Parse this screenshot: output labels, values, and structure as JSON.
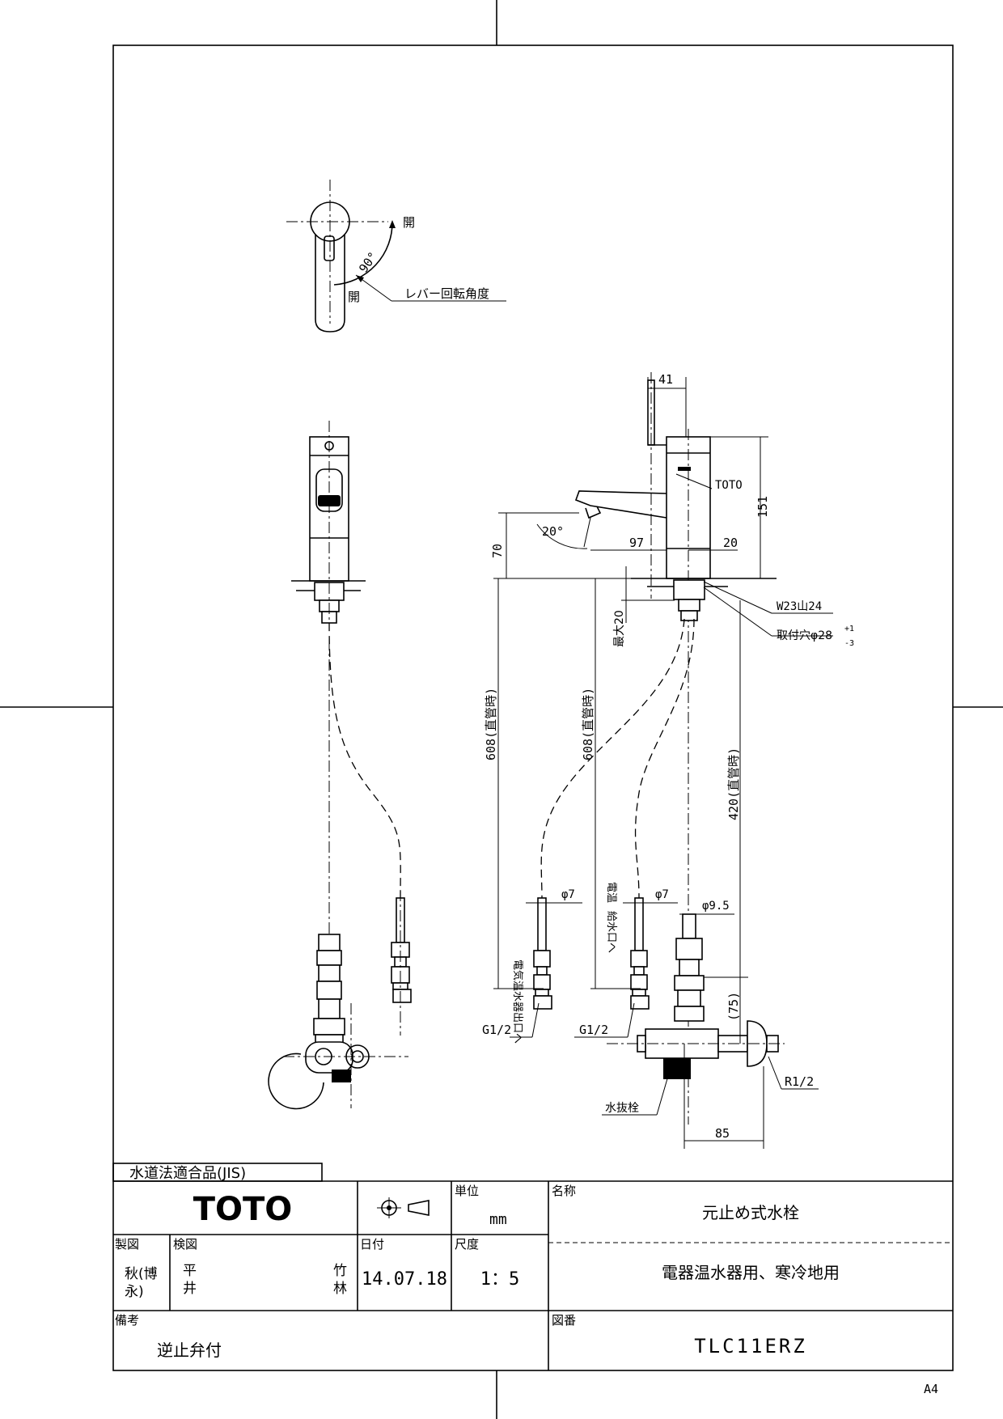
{
  "top_view": {
    "open_label_right": "開",
    "open_label_bottom": "開",
    "angle_label": "90°",
    "lever_angle_label": "レバー回転角度"
  },
  "dimensions": {
    "d41": "41",
    "d151": "151",
    "d70": "70",
    "d97": "97",
    "d20": "20",
    "angle20": "20°",
    "toto_mark": "TOTO",
    "thread": "W23山24",
    "hole": "取付穴φ28",
    "hole_tol_plus": "+1",
    "hole_tol_minus": "-3",
    "max20": "最大20",
    "d608a": "608(直管時)",
    "d608b": "608(直管時)",
    "d420": "420(直管時)",
    "outlet_hot": "電気温水器出口へ",
    "supply_inlet": "給水口へ",
    "supply_inlet_top": "電温",
    "phi7a": "φ7",
    "phi7b": "φ7",
    "phi95": "φ9.5",
    "d75": "(75)",
    "g12a": "G1/2",
    "g12b": "G1/2",
    "r12": "R1/2",
    "drain_plug": "水抜栓",
    "d85": "85"
  },
  "title_block": {
    "jis": "水道法適合品(JIS)",
    "brand": "TOTO",
    "unit_label": "単位",
    "unit_value": "mm",
    "name_label": "名称",
    "product_name": "元止め式水栓",
    "drawn_label": "製図",
    "drawn_by_line1": "秋(博",
    "drawn_by_line2": "永)",
    "checked_label": "検図",
    "checked_by_line1": "平",
    "checked_by_line2": "井",
    "approved_by_line1": "竹",
    "approved_by_line2": "林",
    "date_label": "日付",
    "date_value": "14.07.18",
    "scale_label": "尺度",
    "scale_value": "1：5",
    "subtitle": "電器温水器用、寒冷地用",
    "remarks_label": "備考",
    "remarks_value": "逆止弁付",
    "drawing_no_label": "図番",
    "drawing_no": "TLC11ERZ",
    "paper_size": "A4"
  }
}
